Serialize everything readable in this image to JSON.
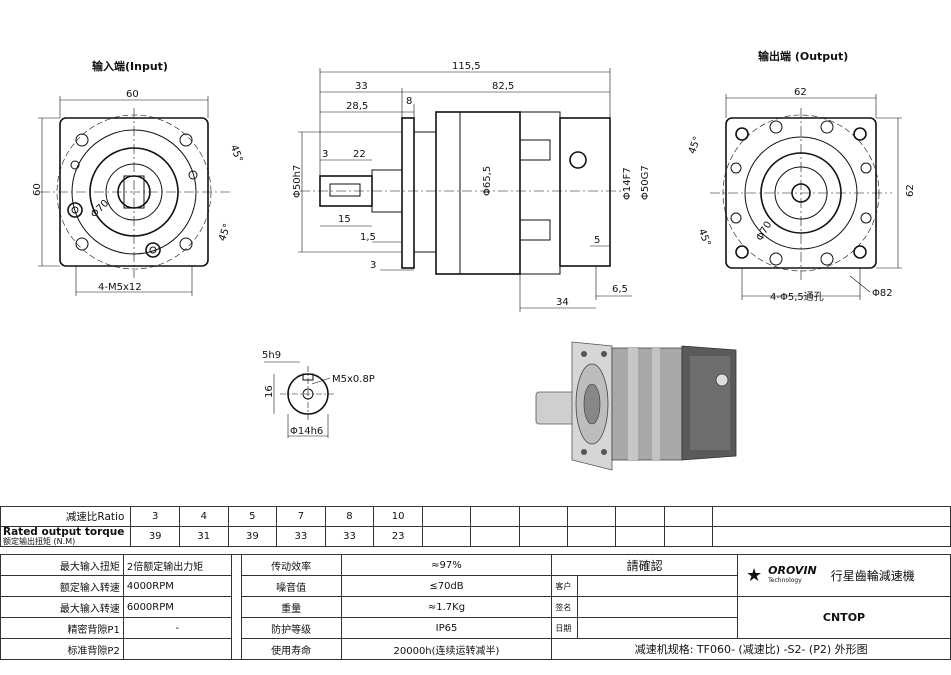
{
  "views": {
    "input_label": "输入端(Input)",
    "output_label": "输出端 (Output)"
  },
  "dims": {
    "in_60_top": "60",
    "in_60_side": "60",
    "in_45a": "45°",
    "in_45b": "45°",
    "in_phi70": "Φ70",
    "in_m5": "4-M5x12",
    "s_1155": "115,5",
    "s_33": "33",
    "s_825": "82,5",
    "s_285": "28,5",
    "s_8": "8",
    "s_3a": "3",
    "s_22": "22",
    "s_phi50h7": "Φ50h7",
    "s_phi655": "Φ65,5",
    "s_15": "15",
    "s_15b": "1,5",
    "s_3b": "3",
    "s_phi14f7": "Φ14F7",
    "s_phi50g7": "Φ50G7",
    "s_5": "5",
    "s_34": "34",
    "s_65": "6,5",
    "out_62_top": "62",
    "out_62_side": "62",
    "out_45a": "45°",
    "out_45b": "45°",
    "out_phi70": "Φ70",
    "out_holes": "4-Φ5,5通孔",
    "out_phi82": "Φ82",
    "k_5h9": "5h9",
    "k_m5": "M5x0.8P",
    "k_16": "16",
    "k_phi14h6": "Φ14h6"
  },
  "ratio_table": {
    "ratio_label": "减速比Ratio",
    "ratios": [
      "3",
      "4",
      "5",
      "7",
      "8",
      "10"
    ],
    "torque_label_en": "Rated output torque",
    "torque_label_cn": "额定输出扭矩 (N.M)",
    "torques": [
      "39",
      "31",
      "39",
      "33",
      "33",
      "23"
    ]
  },
  "spec": {
    "max_in_torque_label": "最大输入扭矩",
    "max_in_torque_value": "2倍额定输出力矩",
    "rated_in_speed_label": "额定输入转速",
    "rated_in_speed_value": "4000RPM",
    "max_in_speed_label": "最大输入转速",
    "max_in_speed_value": "6000RPM",
    "precise_backlash_label": "精密背隙P1",
    "precise_backlash_value": "-",
    "standard_backlash_label": "标准背隙P2",
    "standard_backlash_value": "",
    "efficiency_label": "传动效率",
    "efficiency_value": "≈97%",
    "noise_label": "噪音值",
    "noise_value": "≤70dB",
    "weight_label": "重量",
    "weight_value": "≈1.7Kg",
    "protection_label": "防护等级",
    "protection_value": "IP65",
    "life_label": "使用寿命",
    "life_value": "20000h(连续运转减半)",
    "confirm_title": "請確認",
    "customer_label": "客户",
    "signature_label": "签名",
    "date_label": "日期",
    "brand": "OROVIN",
    "brand_sub": "Technology",
    "brand_title": "行星齒輪減速機",
    "company": "CNTOP",
    "model_title": "减速机规格: TF060- (减速比) -S2- (P2) 外形图"
  }
}
